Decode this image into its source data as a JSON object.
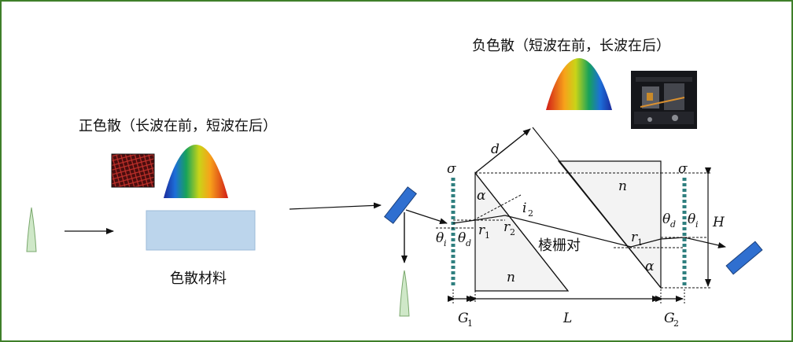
{
  "labels": {
    "negative_dispersion": "负色散（短波在前，长波在后）",
    "positive_dispersion": "正色散（长波在前，短波在后）",
    "dispersive_material": "色散材料",
    "grating_pair": "棱栅对"
  },
  "symbols": {
    "sigma_left": "σ",
    "sigma_right": "σ",
    "d": "d",
    "alpha_top": "α",
    "alpha_bottom": "α",
    "n_top": "n",
    "n_bottom": "n",
    "i": "i",
    "i_sub": "2",
    "r": "r",
    "r1_sub": "1",
    "r2_sub": "2",
    "r1_right_sub": "1",
    "theta": "θ",
    "theta_i_sub": "i",
    "theta_d_sub": "d",
    "H": "H",
    "G": "G",
    "G1_sub": "1",
    "L": "L",
    "G2_sub": "2"
  },
  "colors": {
    "border": "#3e7f2a",
    "mirror": "#2f6fd0",
    "material": "#bcd5ec",
    "pulse": "#cfe8c8",
    "grating": "#2f7f7f"
  }
}
